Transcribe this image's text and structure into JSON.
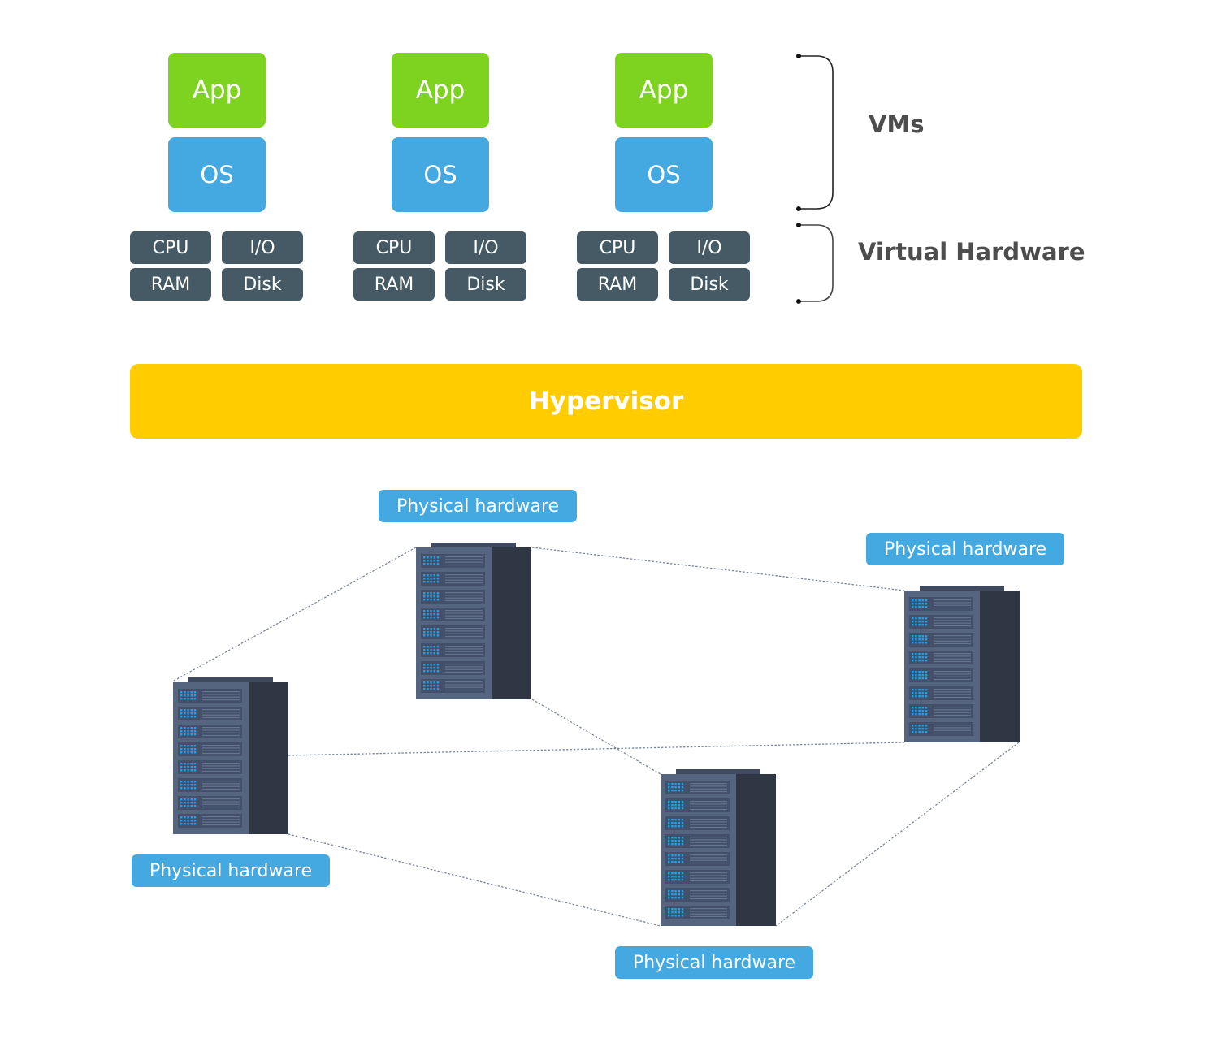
{
  "vms": [
    {
      "app": "App",
      "os": "OS",
      "hardware": [
        "CPU",
        "I/O",
        "RAM",
        "Disk"
      ]
    },
    {
      "app": "App",
      "os": "OS",
      "hardware": [
        "CPU",
        "I/O",
        "RAM",
        "Disk"
      ]
    },
    {
      "app": "App",
      "os": "OS",
      "hardware": [
        "CPU",
        "I/O",
        "RAM",
        "Disk"
      ]
    }
  ],
  "brackets": {
    "vms_label": "VMs",
    "virtual_hardware_label": "Virtual Hardware"
  },
  "hypervisor": {
    "label": "Hypervisor"
  },
  "physical": {
    "servers": [
      {
        "id": "top-center",
        "label": "Physical hardware"
      },
      {
        "id": "right",
        "label": "Physical hardware"
      },
      {
        "id": "left",
        "label": "Physical hardware"
      },
      {
        "id": "bottom-center",
        "label": "Physical hardware"
      }
    ]
  },
  "colors": {
    "app": "#7ed321",
    "os": "#44a9e0",
    "virtual_hardware": "#455a64",
    "hypervisor": "#ffcc00",
    "tag": "#44a9e0",
    "server_front": "#56657f",
    "server_side": "#2f3745"
  }
}
